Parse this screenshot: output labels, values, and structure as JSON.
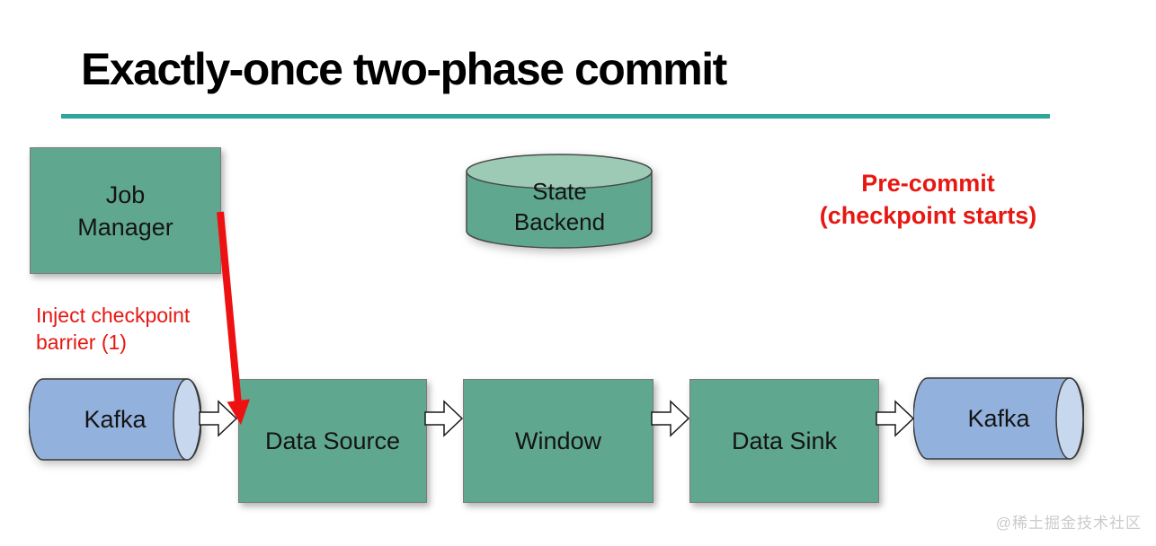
{
  "title": "Exactly-once two-phase commit",
  "colors": {
    "accent_rule": "#2ea79a",
    "node_green": "#5fa88f",
    "node_green_light": "#9ccab5",
    "kafka_blue": "#92b1dc",
    "kafka_blue_light": "#c7d8ee",
    "annotation_red": "#e71711",
    "watermark_gray": "#cbcbcb"
  },
  "nodes": {
    "job_manager": {
      "label": "Job Manager"
    },
    "state_backend": {
      "label": "State Backend"
    },
    "kafka_in": {
      "label": "Kafka"
    },
    "data_source": {
      "label": "Data Source"
    },
    "window": {
      "label": "Window"
    },
    "data_sink": {
      "label": "Data Sink"
    },
    "kafka_out": {
      "label": "Kafka"
    }
  },
  "annotations": {
    "pre_commit": {
      "lines": [
        "Pre-commit",
        "(checkpoint starts)"
      ]
    },
    "inject_barrier": {
      "lines": [
        "Inject checkpoint",
        "barrier (1)"
      ]
    }
  },
  "watermark": "@稀土掘金技术社区"
}
